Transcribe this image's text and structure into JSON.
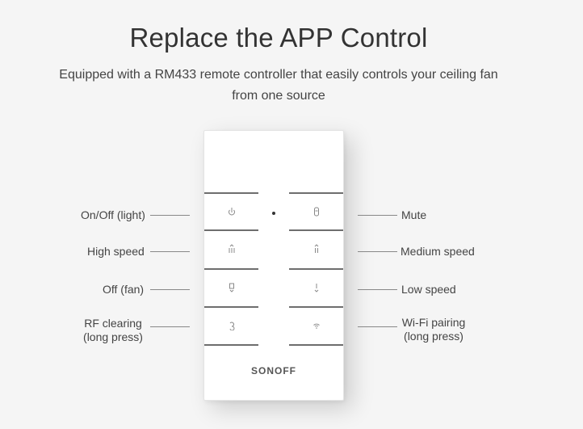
{
  "header": {
    "title": "Replace the APP Control",
    "subtitle": "Equipped with a RM433 remote controller that easily controls your ceiling fan from one source"
  },
  "remote": {
    "brand": "SONOFF",
    "buttons": {
      "on_off_light": "light-power-icon",
      "mute": "mute-icon",
      "high_speed": "high-speed-icon",
      "medium_speed": "medium-speed-icon",
      "off_fan": "fan-off-icon",
      "low_speed": "low-speed-icon",
      "rf_clearing": "rf-clear-icon",
      "wifi_pairing": "wifi-icon"
    }
  },
  "labels": {
    "on_off_light": "On/Off (light)",
    "high_speed": "High speed",
    "off_fan": "Off (fan)",
    "rf_clearing_line1": "RF clearing",
    "rf_clearing_line2": "(long press)",
    "mute": "Mute",
    "medium_speed": "Medium speed",
    "low_speed": "Low speed",
    "wifi_pairing_line1": "Wi-Fi pairing",
    "wifi_pairing_line2": "(long press)"
  }
}
